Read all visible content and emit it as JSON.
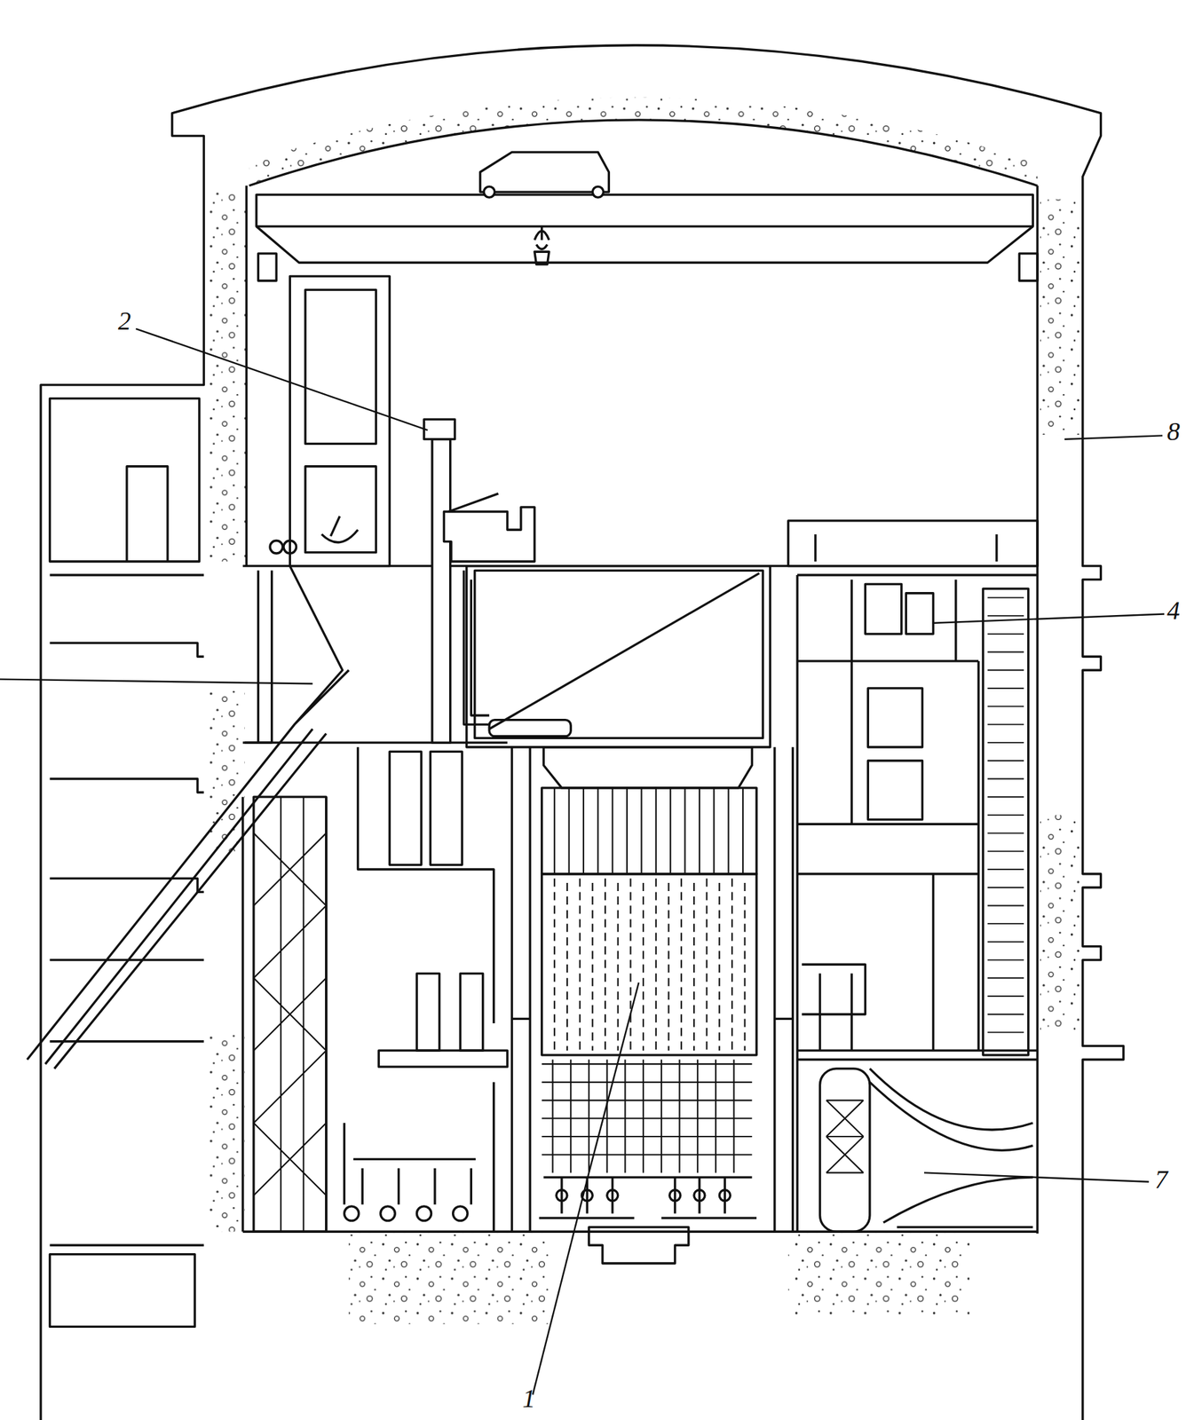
{
  "diagram": {
    "labels": [
      "2",
      "8",
      "4",
      "7",
      "1"
    ]
  }
}
